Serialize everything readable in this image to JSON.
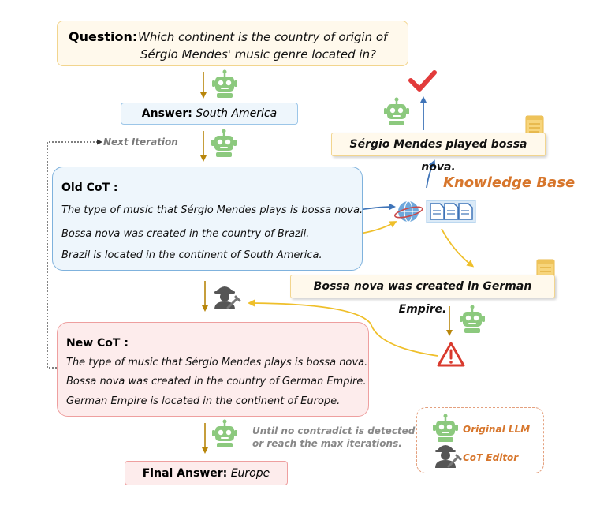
{
  "question": {
    "label": "Question:",
    "line1": "Which continent is the country of origin of",
    "line2": "Sérgio Mendes' music genre located in?"
  },
  "answer": {
    "label": "Answer:",
    "value": "South America"
  },
  "next_iteration": "Next Iteration",
  "old_cot": {
    "title": "Old CoT :",
    "lines": [
      "The type of music that Sérgio Mendes plays is bossa nova.",
      "Bossa nova was created in the country of Brazil.",
      "Brazil is located in the continent of South America."
    ]
  },
  "new_cot": {
    "title": "New CoT :",
    "lines": [
      "The type of music that Sérgio Mendes plays is bossa nova.",
      "Bossa nova was created in the country of German Empire.",
      "German Empire is located in the continent of Europe."
    ]
  },
  "until_note": {
    "line1": "Until no contradict is detected",
    "line2": "or reach the max iterations."
  },
  "final_answer": {
    "label": "Final Answer:",
    "value": "Europe"
  },
  "knowledge_base": {
    "label": "Knowledge Base",
    "fact_supported": "Sérgio Mendes played bossa nova.",
    "fact_contradict": "Bossa nova was created in German Empire."
  },
  "legend": {
    "original_llm": "Original LLM",
    "cot_editor": "CoT Editor"
  },
  "colors": {
    "robot_green": "#8cc97e",
    "blue_arrow": "#3f74b8",
    "yellow_arrow": "#efbf2a",
    "check_red": "#e23b3b",
    "warning_red": "#d93a2e",
    "kb_orange": "#d7762c"
  },
  "icons": [
    "robot-icon",
    "cot-editor-icon",
    "check-icon",
    "warning-icon",
    "globe-icon",
    "documents-icon",
    "note-icon"
  ]
}
